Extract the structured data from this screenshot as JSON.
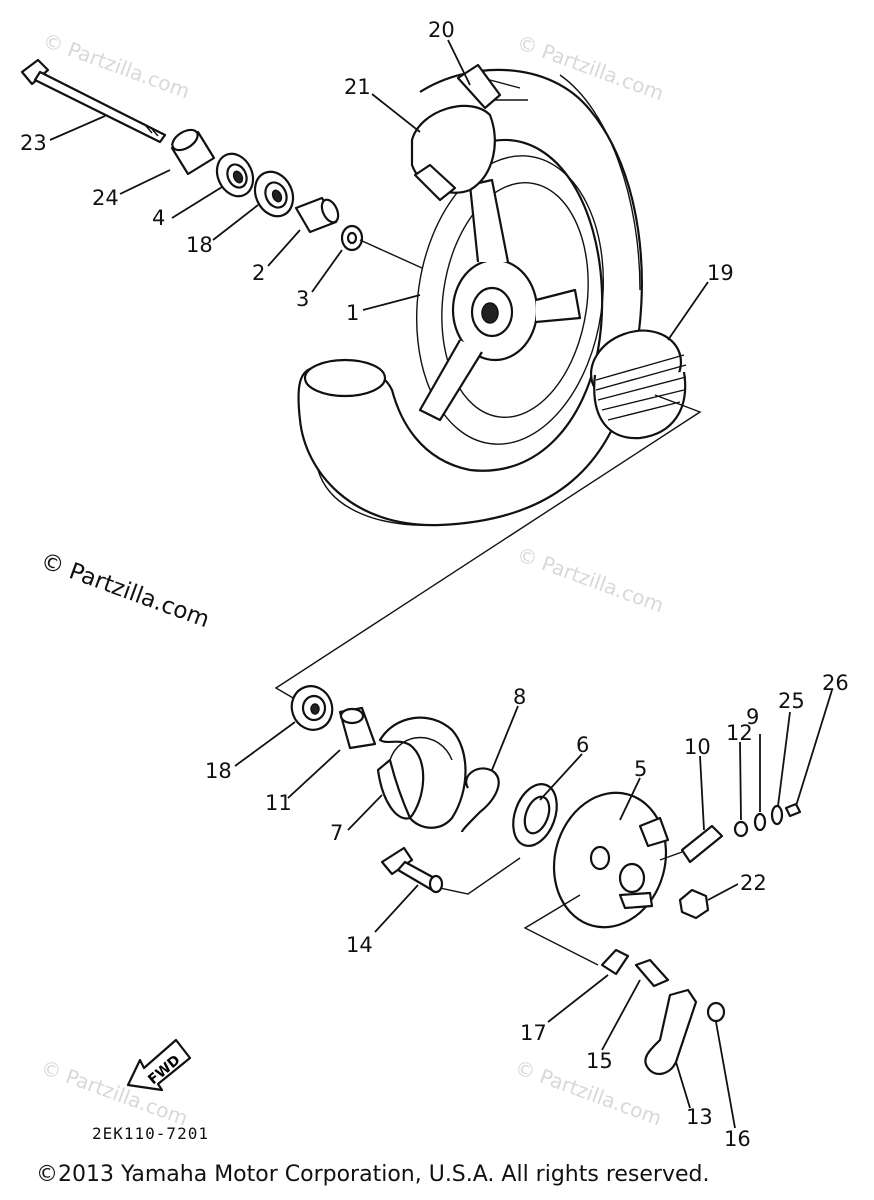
{
  "callouts": {
    "c1": "1",
    "c2": "2",
    "c3": "3",
    "c4": "4",
    "c5": "5",
    "c6": "6",
    "c7": "7",
    "c8": "8",
    "c9": "9",
    "c10": "10",
    "c11": "11",
    "c12": "12",
    "c13": "13",
    "c14": "14",
    "c15": "15",
    "c16": "16",
    "c17": "17",
    "c18a": "18",
    "c18b": "18",
    "c19": "19",
    "c20": "20",
    "c21": "21",
    "c22": "22",
    "c23": "23",
    "c24": "24",
    "c25": "25",
    "c26": "26"
  },
  "fwd_label": "FWD",
  "diagram_code": "2EK110-7201",
  "watermark": "© Partzilla.com",
  "copyright": "©2013 Yamaha Motor Corporation, U.S.A. All rights reserved."
}
